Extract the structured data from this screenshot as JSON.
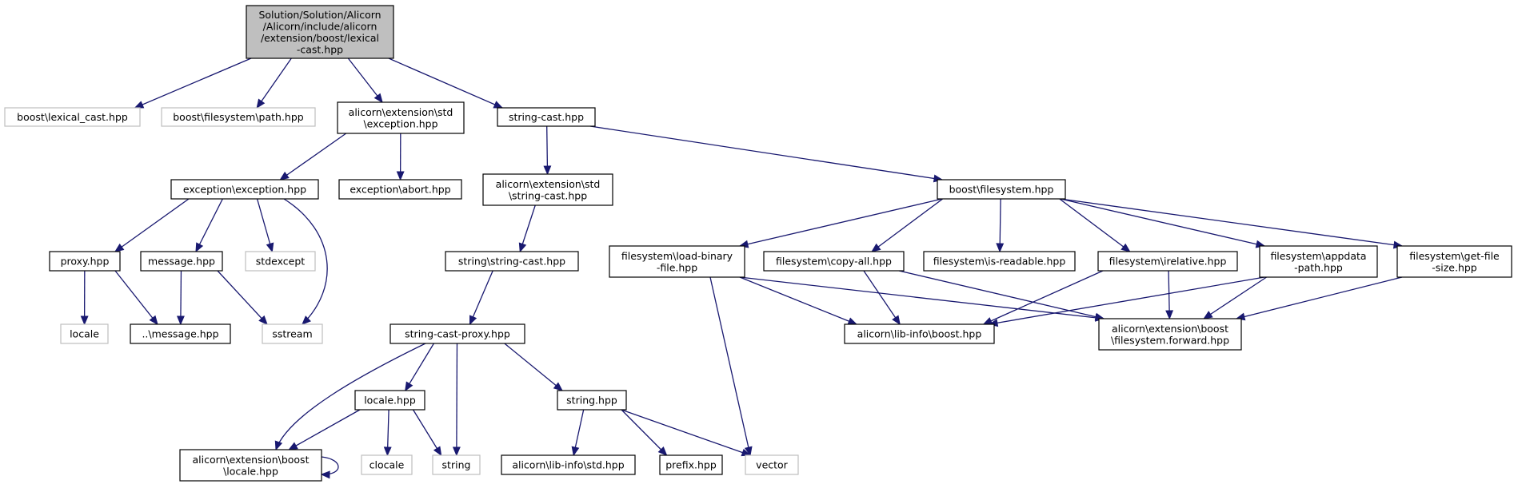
{
  "graph": {
    "nodes": [
      {
        "id": "root",
        "lines": [
          "Solution/Solution/Alicorn",
          "/Alicorn/include/alicorn",
          "/extension/boost/lexical",
          "-cast.hpp"
        ],
        "kind": "root"
      },
      {
        "id": "lexical_cast",
        "lines": [
          "boost\\lexical_cast.hpp"
        ],
        "kind": "ext"
      },
      {
        "id": "fs_path",
        "lines": [
          "boost\\filesystem\\path.hpp"
        ],
        "kind": "ext"
      },
      {
        "id": "std_exception",
        "lines": [
          "alicorn\\extension\\std",
          "\\exception.hpp"
        ],
        "kind": "file"
      },
      {
        "id": "string_cast",
        "lines": [
          "string-cast.hpp"
        ],
        "kind": "file"
      },
      {
        "id": "exc_exc",
        "lines": [
          "exception\\exception.hpp"
        ],
        "kind": "file"
      },
      {
        "id": "exc_abort",
        "lines": [
          "exception\\abort.hpp"
        ],
        "kind": "file"
      },
      {
        "id": "std_string_cast",
        "lines": [
          "alicorn\\extension\\std",
          "\\string-cast.hpp"
        ],
        "kind": "file"
      },
      {
        "id": "boost_fs",
        "lines": [
          "boost\\filesystem.hpp"
        ],
        "kind": "file"
      },
      {
        "id": "proxy",
        "lines": [
          "proxy.hpp"
        ],
        "kind": "file"
      },
      {
        "id": "message",
        "lines": [
          "message.hpp"
        ],
        "kind": "file"
      },
      {
        "id": "stdexcept",
        "lines": [
          "stdexcept"
        ],
        "kind": "ext"
      },
      {
        "id": "str_str_cast",
        "lines": [
          "string\\string-cast.hpp"
        ],
        "kind": "file"
      },
      {
        "id": "load_binary",
        "lines": [
          "filesystem\\load-binary",
          "-file.hpp"
        ],
        "kind": "file"
      },
      {
        "id": "copy_all",
        "lines": [
          "filesystem\\copy-all.hpp"
        ],
        "kind": "file"
      },
      {
        "id": "is_readable",
        "lines": [
          "filesystem\\is-readable.hpp"
        ],
        "kind": "file"
      },
      {
        "id": "irelative",
        "lines": [
          "filesystem\\irelative.hpp"
        ],
        "kind": "file"
      },
      {
        "id": "appdata",
        "lines": [
          "filesystem\\appdata",
          "-path.hpp"
        ],
        "kind": "file"
      },
      {
        "id": "get_file_size",
        "lines": [
          "filesystem\\get-file",
          "-size.hpp"
        ],
        "kind": "file"
      },
      {
        "id": "locale_std",
        "lines": [
          "locale"
        ],
        "kind": "ext"
      },
      {
        "id": "dotmessage",
        "lines": [
          "..\\message.hpp"
        ],
        "kind": "file"
      },
      {
        "id": "sstream",
        "lines": [
          "sstream"
        ],
        "kind": "ext"
      },
      {
        "id": "scp",
        "lines": [
          "string-cast-proxy.hpp"
        ],
        "kind": "file"
      },
      {
        "id": "libinfo_boost",
        "lines": [
          "alicorn\\lib-info\\boost.hpp"
        ],
        "kind": "file"
      },
      {
        "id": "fs_forward",
        "lines": [
          "alicorn\\extension\\boost",
          "\\filesystem.forward.hpp"
        ],
        "kind": "file"
      },
      {
        "id": "locale_hpp",
        "lines": [
          "locale.hpp"
        ],
        "kind": "file"
      },
      {
        "id": "string_hpp",
        "lines": [
          "string.hpp"
        ],
        "kind": "file"
      },
      {
        "id": "boost_locale",
        "lines": [
          "alicorn\\extension\\boost",
          "\\locale.hpp"
        ],
        "kind": "file"
      },
      {
        "id": "clocale",
        "lines": [
          "clocale"
        ],
        "kind": "ext"
      },
      {
        "id": "string_std",
        "lines": [
          "string"
        ],
        "kind": "ext"
      },
      {
        "id": "libinfo_std",
        "lines": [
          "alicorn\\lib-info\\std.hpp"
        ],
        "kind": "file"
      },
      {
        "id": "prefix",
        "lines": [
          "prefix.hpp"
        ],
        "kind": "file"
      },
      {
        "id": "vector",
        "lines": [
          "vector"
        ],
        "kind": "ext"
      }
    ],
    "edges": [
      [
        "root",
        "lexical_cast"
      ],
      [
        "root",
        "fs_path"
      ],
      [
        "root",
        "std_exception"
      ],
      [
        "root",
        "string_cast"
      ],
      [
        "std_exception",
        "exc_exc"
      ],
      [
        "std_exception",
        "exc_abort"
      ],
      [
        "string_cast",
        "std_string_cast"
      ],
      [
        "string_cast",
        "boost_fs"
      ],
      [
        "exc_exc",
        "proxy"
      ],
      [
        "exc_exc",
        "message"
      ],
      [
        "exc_exc",
        "stdexcept"
      ],
      [
        "exc_exc",
        "sstream"
      ],
      [
        "proxy",
        "locale_std"
      ],
      [
        "proxy",
        "dotmessage"
      ],
      [
        "message",
        "dotmessage"
      ],
      [
        "message",
        "sstream"
      ],
      [
        "std_string_cast",
        "str_str_cast"
      ],
      [
        "str_str_cast",
        "scp"
      ],
      [
        "scp",
        "boost_locale"
      ],
      [
        "scp",
        "locale_hpp"
      ],
      [
        "scp",
        "string_std"
      ],
      [
        "scp",
        "string_hpp"
      ],
      [
        "locale_hpp",
        "boost_locale"
      ],
      [
        "locale_hpp",
        "clocale"
      ],
      [
        "locale_hpp",
        "string_std"
      ],
      [
        "boost_locale",
        "boost_locale"
      ],
      [
        "string_hpp",
        "libinfo_std"
      ],
      [
        "string_hpp",
        "prefix"
      ],
      [
        "string_hpp",
        "vector"
      ],
      [
        "boost_fs",
        "load_binary"
      ],
      [
        "boost_fs",
        "copy_all"
      ],
      [
        "boost_fs",
        "is_readable"
      ],
      [
        "boost_fs",
        "irelative"
      ],
      [
        "boost_fs",
        "appdata"
      ],
      [
        "boost_fs",
        "get_file_size"
      ],
      [
        "load_binary",
        "libinfo_boost"
      ],
      [
        "load_binary",
        "fs_forward"
      ],
      [
        "load_binary",
        "vector"
      ],
      [
        "copy_all",
        "libinfo_boost"
      ],
      [
        "copy_all",
        "fs_forward"
      ],
      [
        "irelative",
        "libinfo_boost"
      ],
      [
        "irelative",
        "fs_forward"
      ],
      [
        "appdata",
        "libinfo_boost"
      ],
      [
        "appdata",
        "fs_forward"
      ],
      [
        "get_file_size",
        "fs_forward"
      ]
    ]
  },
  "colors": {
    "edge": "#191970",
    "root_fill": "#bfbfbf",
    "ext_border": "#bfbfbf",
    "node_border": "#000000"
  }
}
